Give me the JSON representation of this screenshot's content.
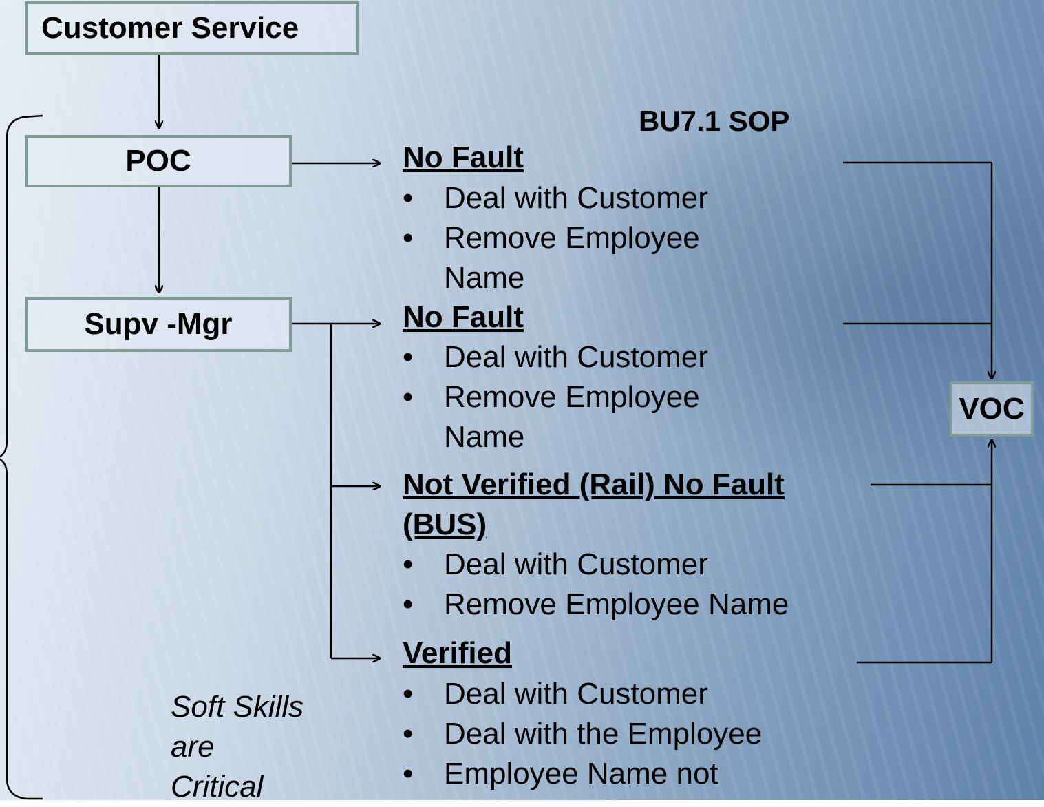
{
  "boxes": {
    "customer_service": "Customer Service",
    "poc": "POC",
    "supv_mgr": "Supv -Mgr",
    "voc": "VOC"
  },
  "header": "BU7.1   SOP",
  "bullet_glyph": "•",
  "sections": [
    {
      "heading": "No Fault",
      "items": [
        "Deal with Customer",
        "Remove Employee",
        "Name"
      ]
    },
    {
      "heading": "No Fault",
      "items": [
        "Deal with Customer",
        "Remove Employee",
        "Name"
      ]
    },
    {
      "heading": "Not Verified (Rail) No Fault",
      "heading_line2": "(BUS)",
      "items": [
        "Deal with Customer",
        "Remove Employee Name"
      ]
    },
    {
      "heading": "Verified",
      "items": [
        "Deal with Customer",
        "Deal with the Employee",
        "Employee Name not"
      ]
    }
  ],
  "note_lines": [
    "Soft Skills",
    "are",
    "Critical"
  ]
}
